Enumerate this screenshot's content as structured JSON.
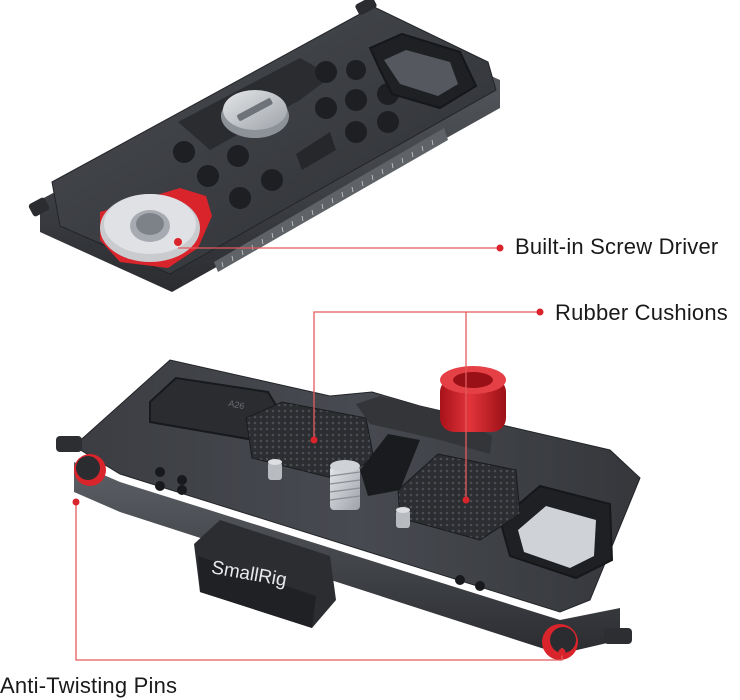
{
  "callouts": {
    "screw_driver": "Built-in Screw Driver",
    "rubber_cushions": "Rubber Cushions",
    "anti_twisting_pins": "Anti-Twisting Pins"
  },
  "product": {
    "brand_mark": "SmallRig",
    "engraving": "A26"
  },
  "colors": {
    "accent": "#d9242b",
    "metal_dark": "#3a3c40",
    "metal_mid": "#55585d",
    "leader_line": "#e35a5e"
  }
}
